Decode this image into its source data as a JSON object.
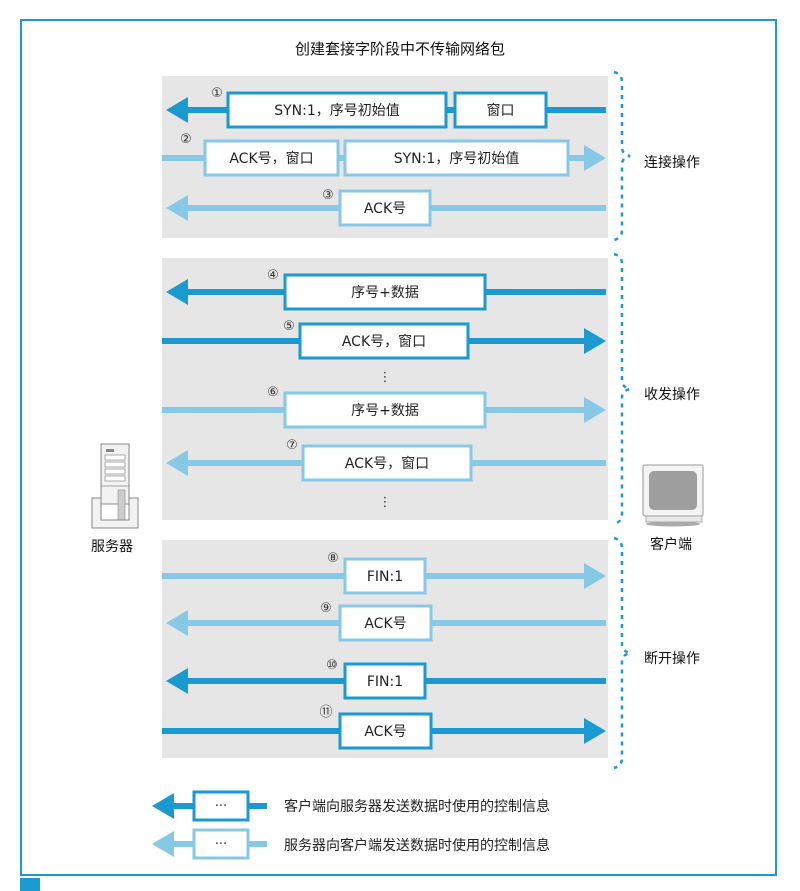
{
  "title": "创建套接字阶段中不传输网络包",
  "colors": {
    "client_to_server": "#1a9ad0",
    "server_to_client": "#86c8e6",
    "panel": "#e6e6e6",
    "frame": "#1a9ad0"
  },
  "devices": {
    "server": {
      "label": "服务器",
      "icon": "server-tower-icon"
    },
    "client": {
      "label": "客户端",
      "icon": "monitor-icon"
    }
  },
  "phases": [
    {
      "label": "连接操作",
      "steps": [
        {
          "num": "①",
          "direction": "left",
          "kind": "dark",
          "boxes": [
            "SYN:1，序号初始值",
            "窗口"
          ]
        },
        {
          "num": "②",
          "direction": "right",
          "kind": "light",
          "boxes": [
            "ACK号，窗口",
            "SYN:1，序号初始值"
          ]
        },
        {
          "num": "③",
          "direction": "left",
          "kind": "light",
          "boxes": [
            "ACK号"
          ]
        }
      ]
    },
    {
      "label": "收发操作",
      "steps": [
        {
          "num": "④",
          "direction": "left",
          "kind": "dark",
          "boxes": [
            "序号+数据"
          ]
        },
        {
          "num": "⑤",
          "direction": "right",
          "kind": "dark",
          "boxes": [
            "ACK号，窗口"
          ]
        },
        {
          "num": "⑥",
          "direction": "right",
          "kind": "light",
          "boxes": [
            "序号+数据"
          ]
        },
        {
          "num": "⑦",
          "direction": "left",
          "kind": "light",
          "boxes": [
            "ACK号，窗口"
          ]
        }
      ],
      "ellipsis": "⋮"
    },
    {
      "label": "断开操作",
      "steps": [
        {
          "num": "⑧",
          "direction": "right",
          "kind": "light",
          "boxes": [
            "FIN:1"
          ]
        },
        {
          "num": "⑨",
          "direction": "left",
          "kind": "light",
          "boxes": [
            "ACK号"
          ]
        },
        {
          "num": "⑩",
          "direction": "left",
          "kind": "dark",
          "boxes": [
            "FIN:1"
          ]
        },
        {
          "num": "⑪",
          "direction": "right",
          "kind": "dark",
          "boxes": [
            "ACK号"
          ]
        }
      ]
    }
  ],
  "legend": [
    {
      "kind": "dark",
      "box": "···",
      "text": "客户端向服务器发送数据时使用的控制信息"
    },
    {
      "kind": "light",
      "box": "···",
      "text": "服务器向客户端发送数据时使用的控制信息"
    }
  ]
}
